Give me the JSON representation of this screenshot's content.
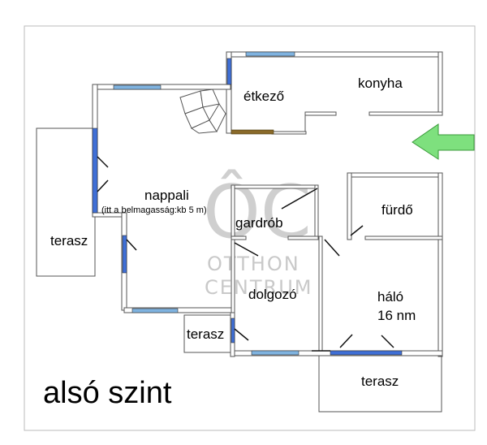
{
  "title": "alsó szint",
  "rooms": {
    "etkezo": "étkező",
    "konyha": "konyha",
    "nappali": "nappali",
    "nappali_note": "(itt a belmagasság:kb 5 m)",
    "gardrob": "gardrób",
    "furdo": "fürdő",
    "halo": "háló",
    "halo_area": "16 nm",
    "dolgozo": "dolgozó",
    "terasz_left": "terasz",
    "terasz_small": "terasz",
    "terasz_bottom": "terasz"
  },
  "watermark": {
    "logo": "ÔC",
    "line1": "OTTHON",
    "line2": "CENTRUM"
  },
  "colors": {
    "window_light": "#7fb3e0",
    "window_dark": "#3f6fd6",
    "arrow_fill": "#7ee07e",
    "arrow_stroke": "#3a9a3a",
    "wall": "#555555",
    "watermark": "#c9c9c9"
  },
  "icons": {
    "entrance": "entrance-arrow-icon",
    "stairs": "spiral-stairs-icon"
  }
}
